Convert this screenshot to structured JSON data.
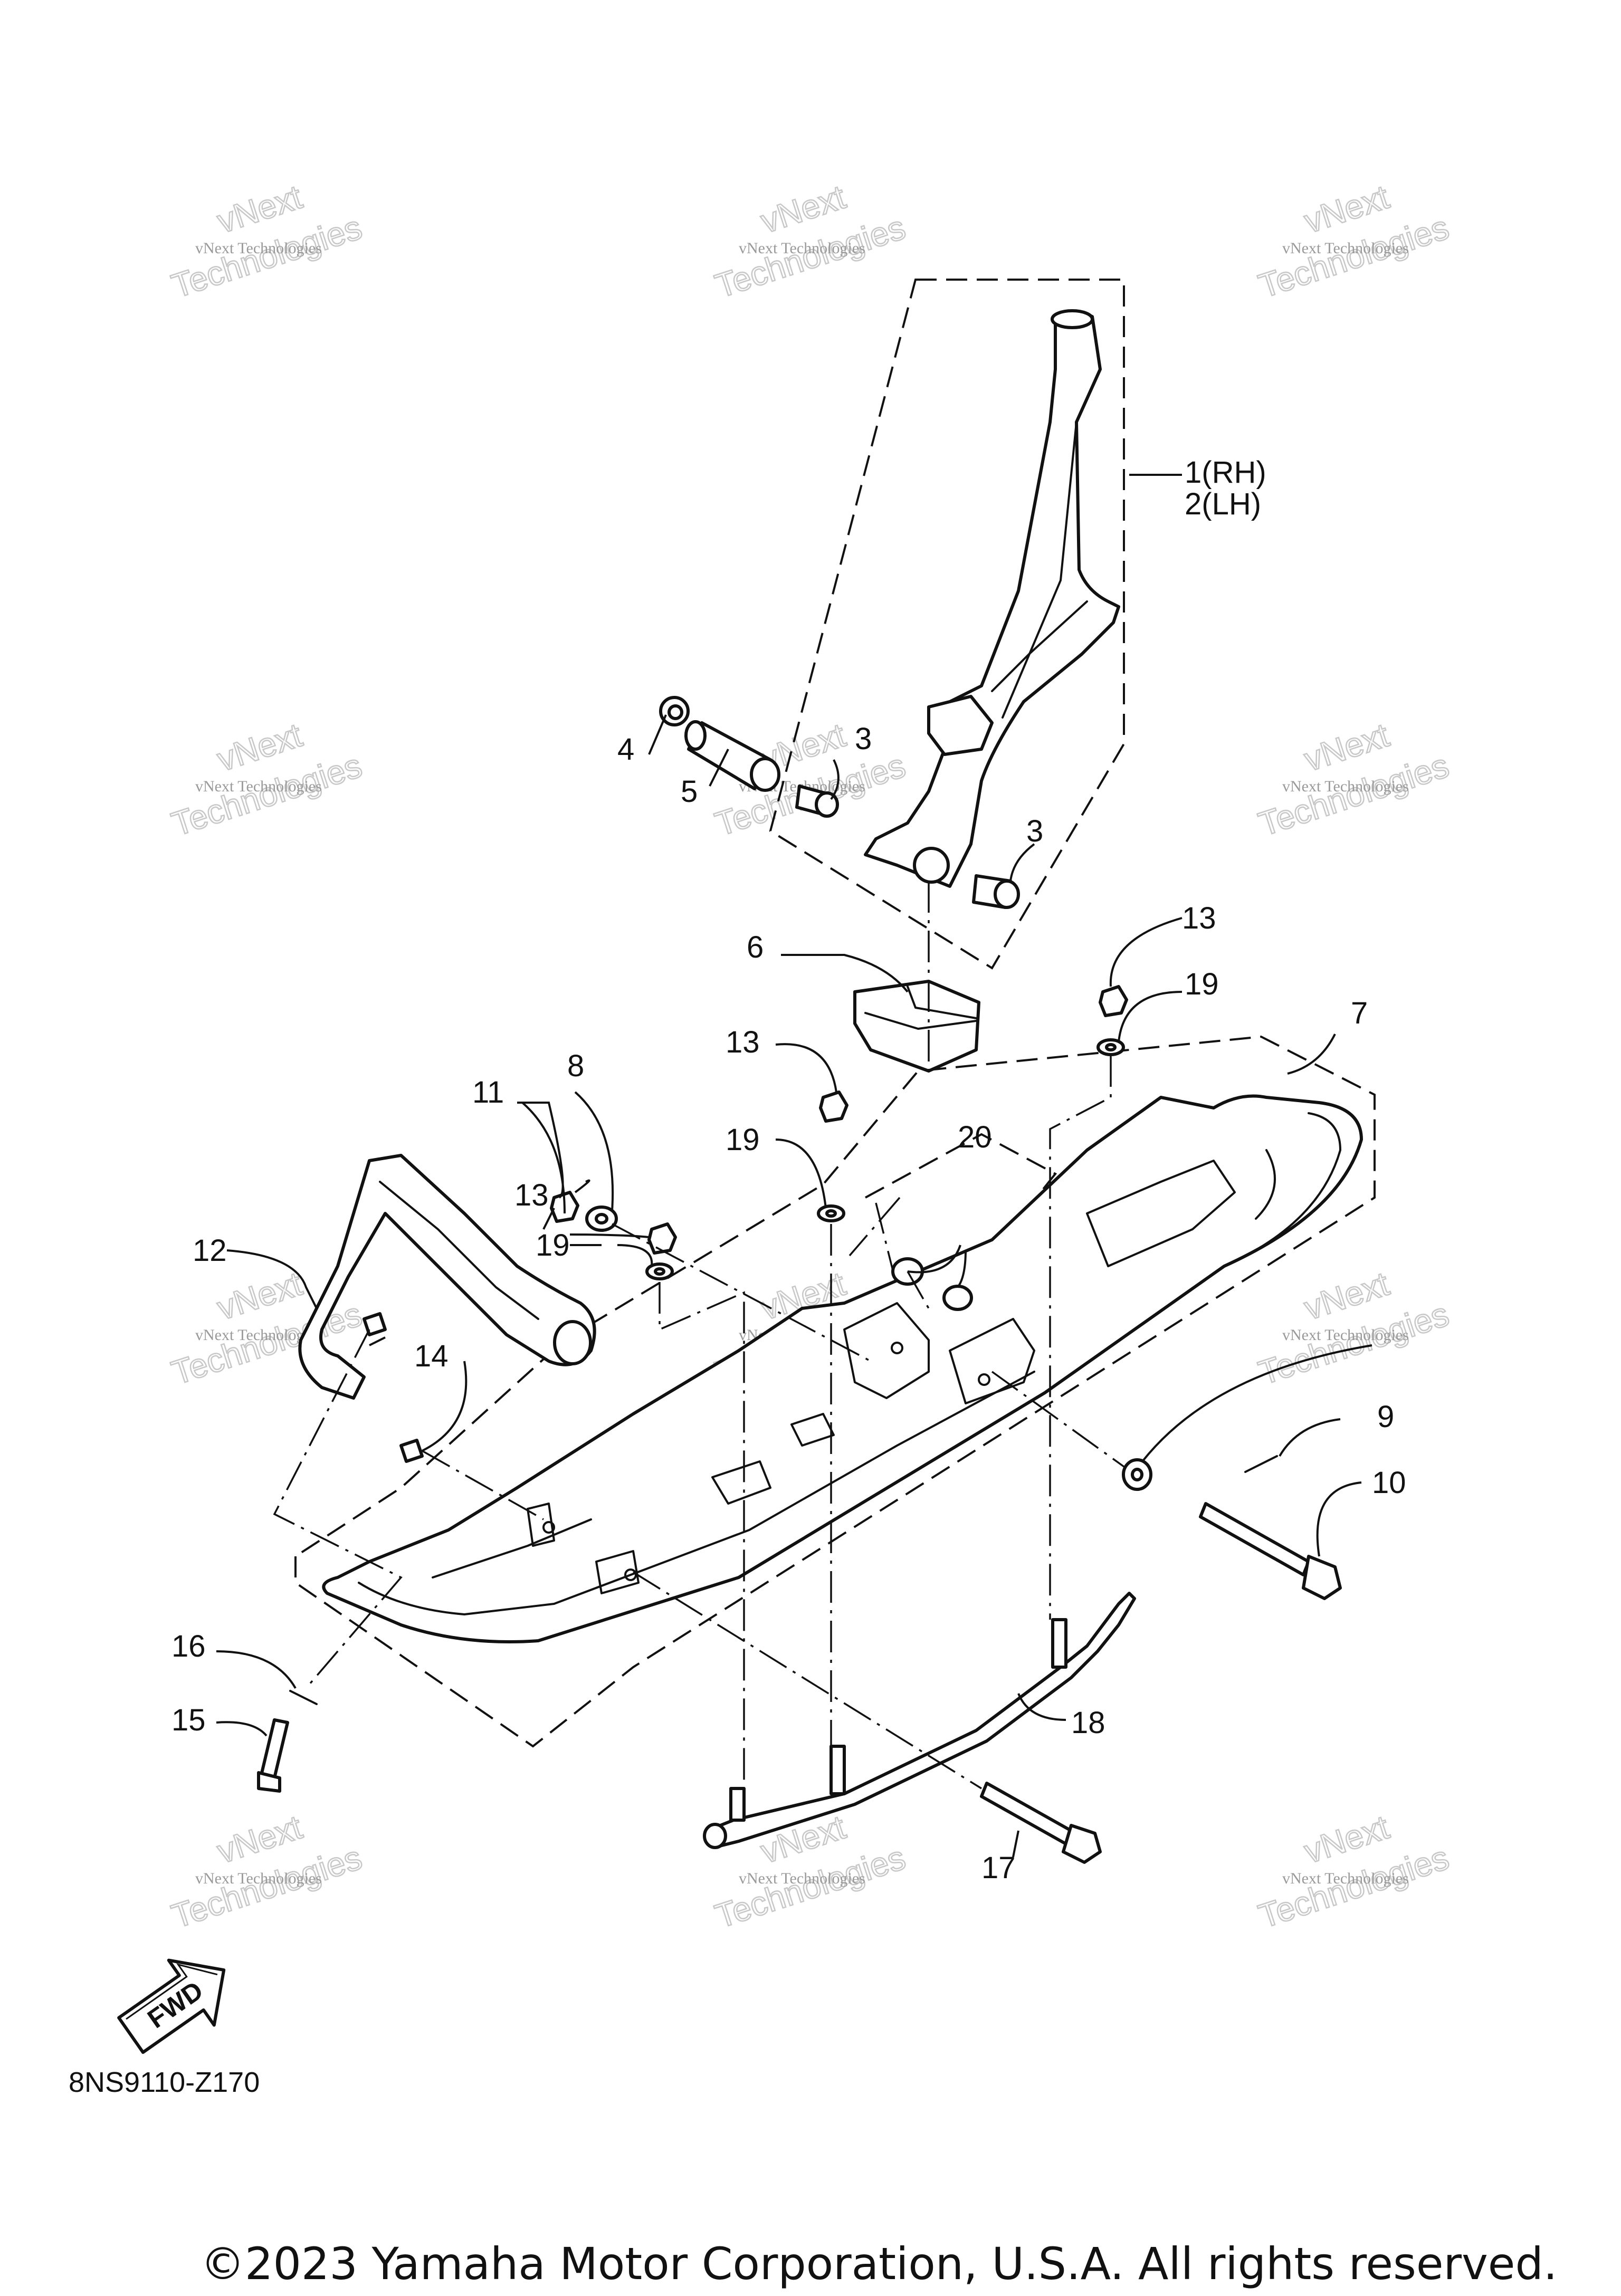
{
  "callouts": {
    "c1": "1(RH)",
    "c2": "2(LH)",
    "c3a": "3",
    "c3b": "3",
    "c4": "4",
    "c5": "5",
    "c6": "6",
    "c7": "7",
    "c8": "8",
    "c9": "9",
    "c10": "10",
    "c11": "11",
    "c12": "12",
    "c13a": "13",
    "c13b": "13",
    "c13c": "13",
    "c14": "14",
    "c15": "15",
    "c16": "16",
    "c17": "17",
    "c18": "18",
    "c19a": "19",
    "c19b": "19",
    "c19c": "19",
    "c20": "20"
  },
  "watermark": {
    "small": "vNext Technologies",
    "big1": "vNext",
    "big2": "Technologies"
  },
  "fwd_label": "FWD",
  "diagram_ref": "8NS9110-Z170",
  "copyright": "©2023 Yamaha Motor Corporation, U.S.A. All rights reserved."
}
